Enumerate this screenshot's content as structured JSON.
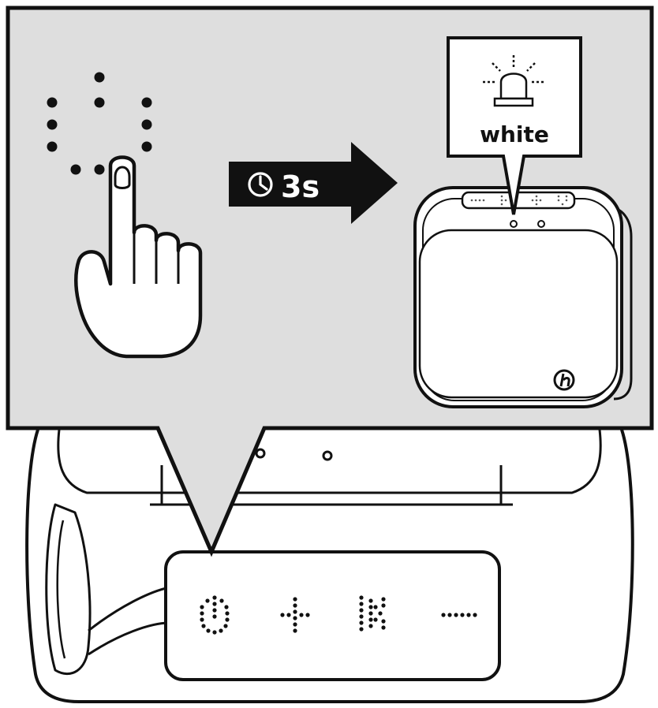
{
  "timer": {
    "duration_label": "3s",
    "icon": "clock-icon"
  },
  "led": {
    "color_label": "white",
    "icon": "light-signal-icon"
  },
  "gesture": {
    "icon": "finger-press-icon"
  },
  "buttons": [
    {
      "name": "power-button",
      "icon": "power-icon"
    },
    {
      "name": "play-pause-button",
      "icon": "play-pause-icon"
    },
    {
      "name": "plus-button",
      "icon": "plus-icon"
    },
    {
      "name": "minus-button",
      "icon": "minus-icon"
    }
  ],
  "colors": {
    "panel_fill": "#dedede",
    "arrow_fill": "#111111",
    "arrow_text": "#ffffff",
    "line": "#111111"
  }
}
